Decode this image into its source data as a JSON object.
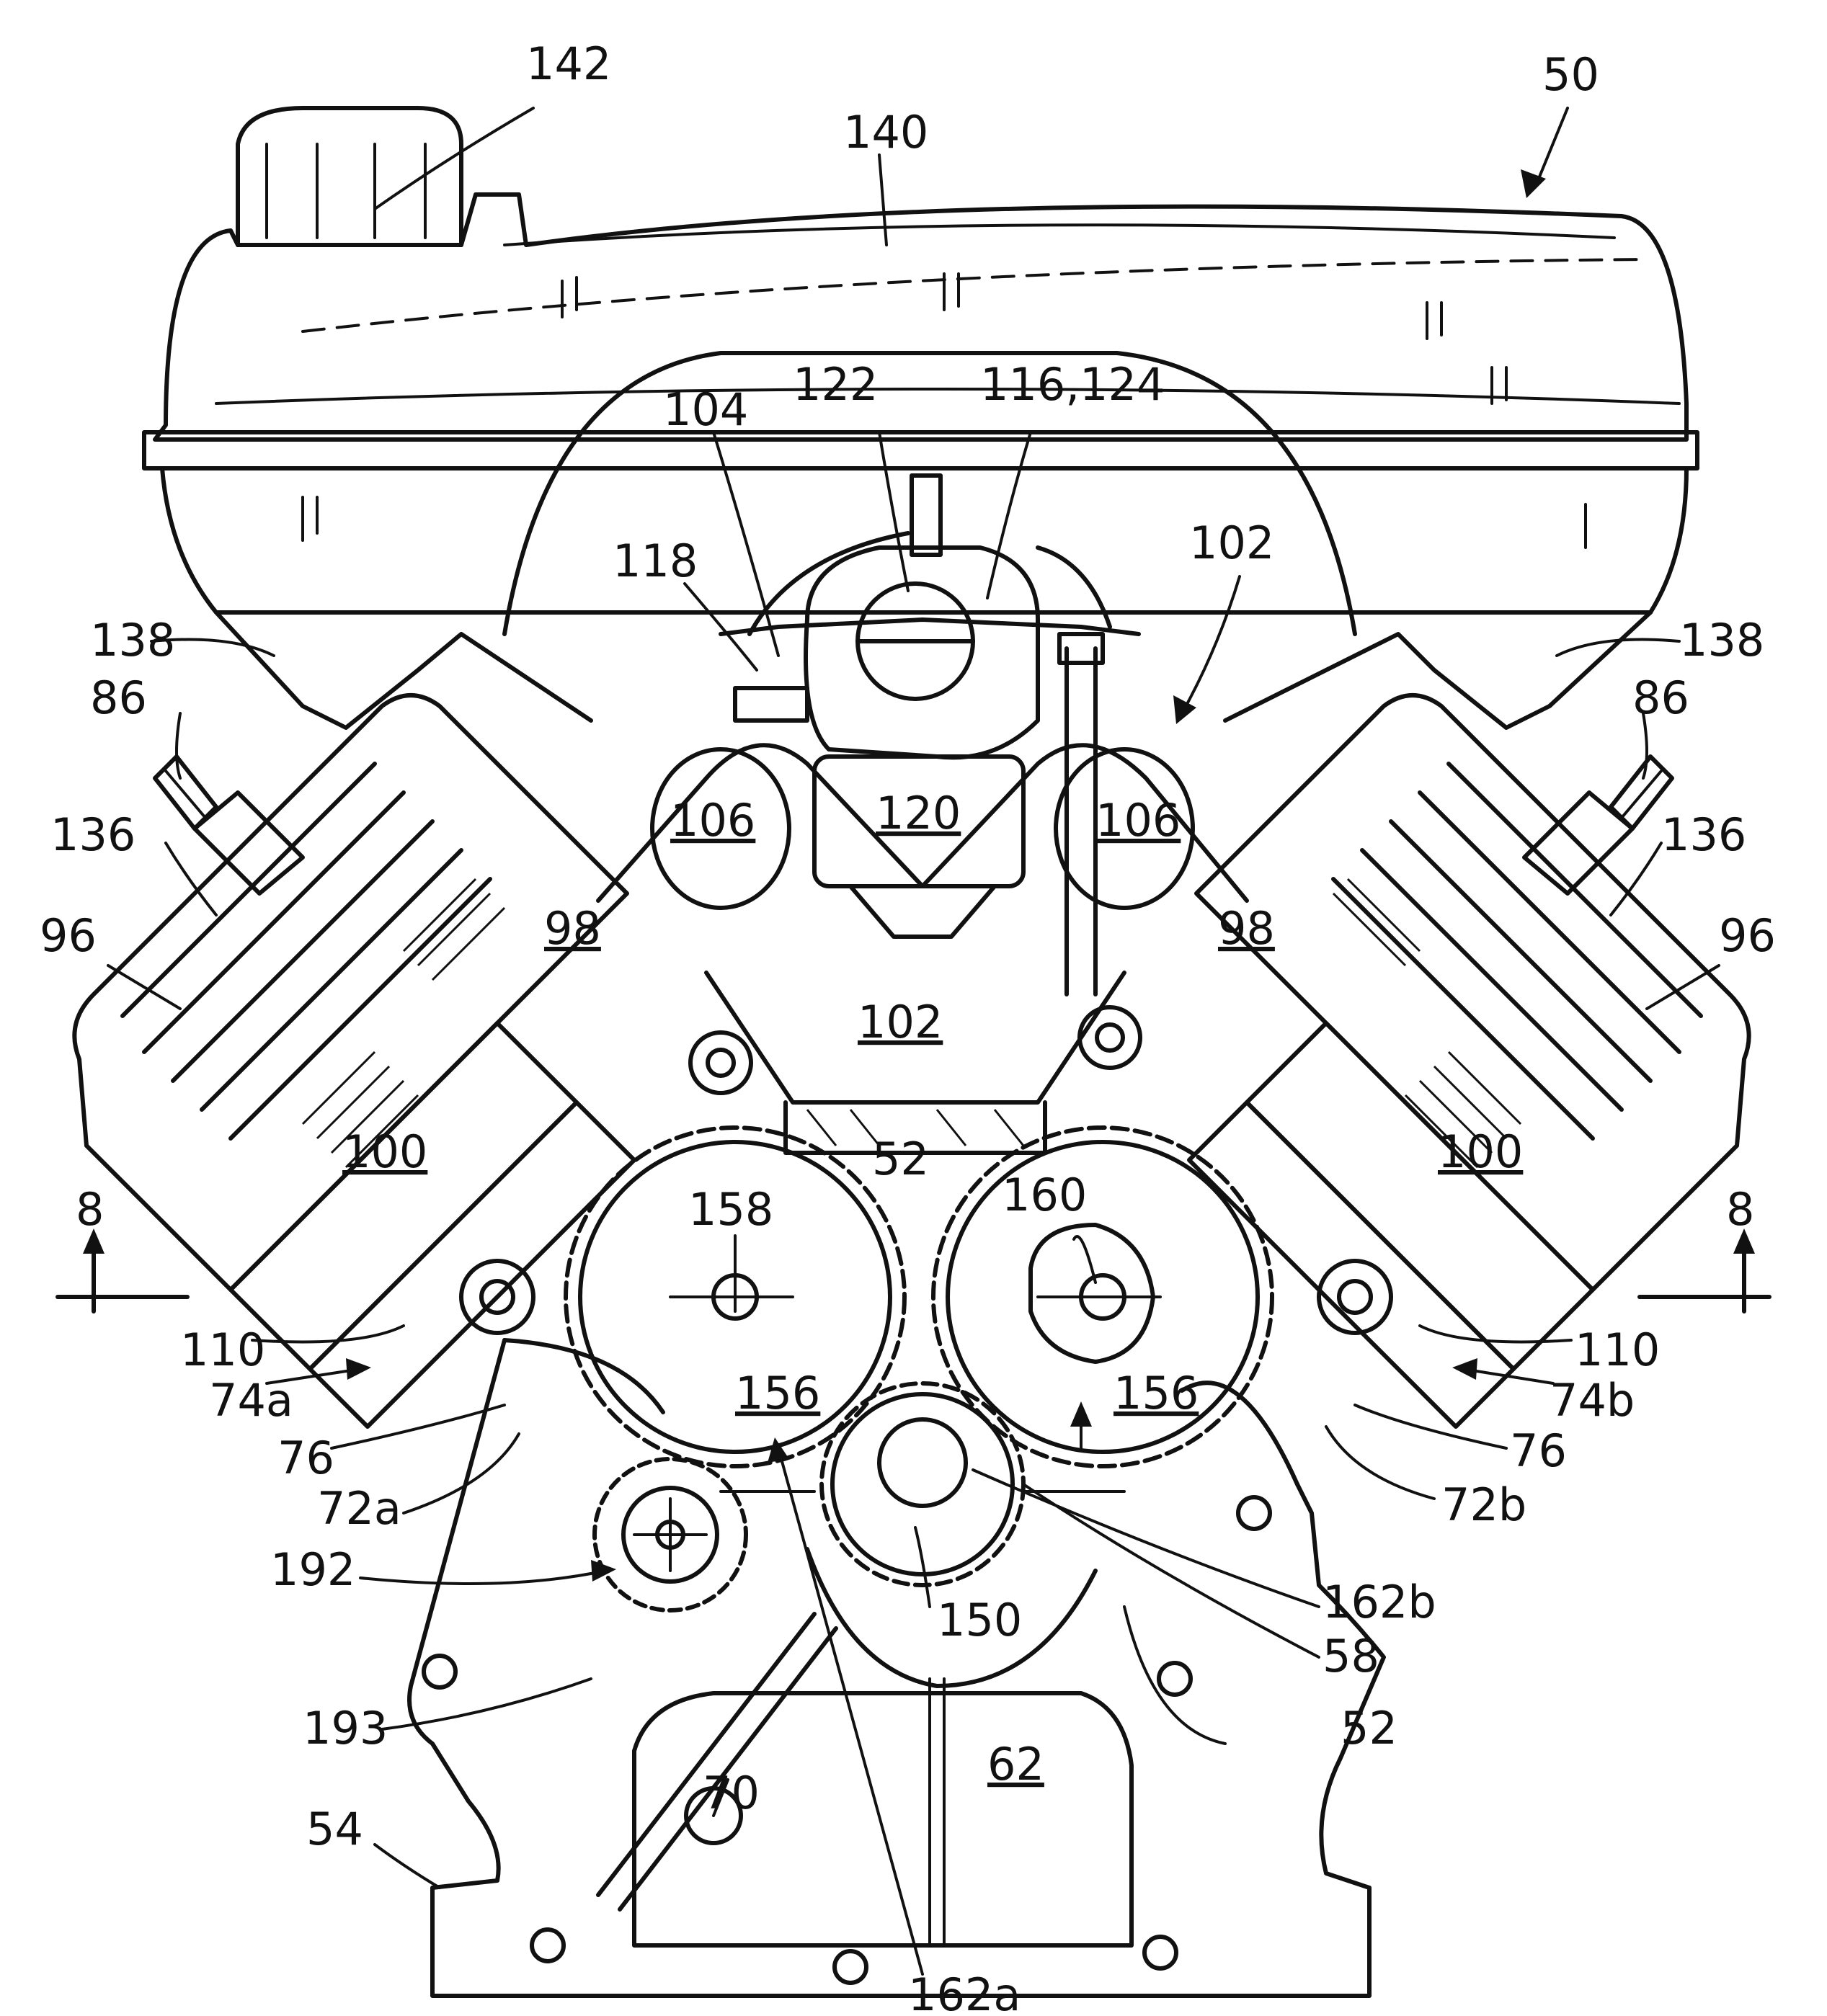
{
  "figure": {
    "ref_numbers": {
      "n50": "50",
      "n142": "142",
      "n140": "140",
      "n104": "104",
      "n122": "122",
      "n116_124": "116,124",
      "n118": "118",
      "n102_top": "102",
      "n138_left": "138",
      "n138_right": "138",
      "n86_left": "86",
      "n86_right": "86",
      "n136_left": "136",
      "n136_right": "136",
      "n106_left": "106",
      "n106_right": "106",
      "n120": "120",
      "n96_left": "96",
      "n96_right": "96",
      "n98_left": "98",
      "n98_right": "98",
      "n102_mid": "102",
      "n52_top": "52",
      "n100_left": "100",
      "n100_right": "100",
      "n158": "158",
      "n160": "160",
      "n8_left": "8",
      "n8_right": "8",
      "n110_left": "110",
      "n110_right": "110",
      "n74a": "74a",
      "n74b": "74b",
      "n156_left": "156",
      "n156_right": "156",
      "n76_left": "76",
      "n76_right": "76",
      "n72a": "72a",
      "n72b": "72b",
      "n192": "192",
      "n162b": "162b",
      "n150": "150",
      "n58": "58",
      "n193": "193",
      "n52_bottom": "52",
      "n62": "62",
      "n70": "70",
      "n54": "54",
      "n162a": "162a"
    }
  }
}
